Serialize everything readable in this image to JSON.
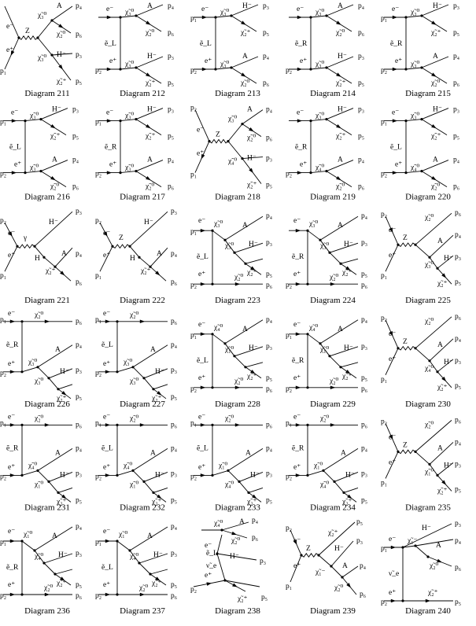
{
  "diagrams": [
    {
      "caption": "Diagram 211",
      "type": "sz",
      "l": {
        "a": "e⁻",
        "b": "e⁺",
        "pa": "",
        "pb": "p₁",
        "boson": "Z",
        "u1": "χ̃₃⁰",
        "d1": "χ̃₃⁰",
        "uo1": "A",
        "uo2": "χ̃₂⁰",
        "uo1p": "p₄",
        "uo2p": "p₆",
        "do1": "H⁻",
        "do2": "χ̃₂⁺",
        "do1p": "p₃",
        "do2p": "p₅"
      }
    },
    {
      "caption": "Diagram 212",
      "type": "t2",
      "l": {
        "pa": "",
        "pb": "p₂",
        "ea": "e⁻",
        "eb": "e⁺",
        "prop": "ẽ_L",
        "u1": "χ̃₃⁰",
        "d1": "χ̃₃⁰",
        "uo1": "A",
        "uo2": "χ̃₂⁰",
        "uo1p": "p₄",
        "uo2p": "p₆",
        "do1": "H⁻",
        "do2": "χ̃₂⁺",
        "do1p": "p₃",
        "do2p": "p₅"
      }
    },
    {
      "caption": "Diagram 213",
      "type": "t2",
      "l": {
        "pa": "p₁",
        "pb": "p₂",
        "ea": "e⁻",
        "eb": "e⁺",
        "prop": "ẽ_L",
        "u1": "χ̃₃⁰",
        "d1": "χ̃₃⁰",
        "uo1": "H⁻",
        "uo2": "χ̃₂⁺",
        "uo1p": "p₃",
        "uo2p": "p₅",
        "do1": "A",
        "do2": "χ̃₂⁰",
        "do1p": "p₄",
        "do2p": "p₆"
      }
    },
    {
      "caption": "Diagram 214",
      "type": "t2",
      "l": {
        "pa": "",
        "pb": "p₂",
        "ea": "e⁻",
        "eb": "e⁺",
        "prop": "ẽ_R",
        "u1": "χ̃₃⁰",
        "d1": "χ̃₃⁰",
        "uo1": "A",
        "uo2": "χ̃₂⁰",
        "uo1p": "p₄",
        "uo2p": "p₆",
        "do1": "H⁻",
        "do2": "χ̃₂⁺",
        "do1p": "p₃",
        "do2p": "p₅"
      }
    },
    {
      "caption": "Diagram 215",
      "type": "t2",
      "l": {
        "pa": "p₁",
        "pb": "p₂",
        "ea": "e⁻",
        "eb": "e⁺",
        "prop": "ẽ_R",
        "u1": "χ̃₃⁰",
        "d1": "χ̃₃⁰",
        "uo1": "H⁻",
        "uo2": "χ̃₂⁺",
        "uo1p": "p₃",
        "uo2p": "p₅",
        "do1": "A",
        "do2": "χ̃₂⁰",
        "do1p": "p₄",
        "do2p": "p₆"
      }
    },
    {
      "caption": "Diagram 216",
      "type": "t2",
      "l": {
        "pa": "p₁",
        "pb": "p₂",
        "ea": "e⁻",
        "eb": "e⁺",
        "prop": "ẽ_L",
        "u1": "χ̃₃⁰",
        "d1": "χ̃₃⁰",
        "uo1": "H⁻",
        "uo2": "χ̃₂⁺",
        "uo1p": "p₃",
        "uo2p": "p₅",
        "do1": "A",
        "do2": "χ̃₂⁰",
        "do1p": "p₄",
        "do2p": "p₆"
      }
    },
    {
      "caption": "Diagram 217",
      "type": "t2",
      "l": {
        "pa": "p₁",
        "pb": "p₂",
        "ea": "e⁻",
        "eb": "e⁺",
        "prop": "ẽ_R",
        "u1": "χ̃₃⁰",
        "d1": "χ̃₃⁰",
        "uo1": "H⁻",
        "uo2": "χ̃₂⁺",
        "uo1p": "p₃",
        "uo2p": "p₅",
        "do1": "A",
        "do2": "χ̃₂⁰",
        "do1p": "p₄",
        "do2p": "p₆"
      }
    },
    {
      "caption": "Diagram 218",
      "type": "sz",
      "l": {
        "a": "e⁻",
        "b": "e⁺",
        "pa": "p₂",
        "pb": "p₁",
        "boson": "Z",
        "u1": "χ̃₃⁰",
        "d1": "χ̃₄⁰",
        "uo1": "A",
        "uo2": "χ̃₂⁰",
        "uo1p": "p₄",
        "uo2p": "p₆",
        "do1": "H⁻",
        "do2": "χ̃₂⁺",
        "do1p": "p₃",
        "do2p": "p₅"
      }
    },
    {
      "caption": "Diagram 219",
      "type": "t2",
      "l": {
        "pa": "",
        "pb": "p₂",
        "ea": "e⁻",
        "eb": "e⁺",
        "prop": "ẽ_R",
        "u1": "χ̃₃⁰",
        "d1": "χ̃₄⁰",
        "uo1": "H⁻",
        "uo2": "χ̃₂⁺",
        "uo1p": "p₃",
        "uo2p": "p₅",
        "do1": "A",
        "do2": "χ̃₂⁰",
        "do1p": "p₄",
        "do2p": "p₆"
      }
    },
    {
      "caption": "Diagram 220",
      "type": "t2",
      "l": {
        "pa": "p₁",
        "pb": "p₂",
        "ea": "e⁻",
        "eb": "e⁺",
        "prop": "ẽ_L",
        "u1": "χ̃₃⁰",
        "d1": "χ̃₄⁰",
        "uo1": "H⁻",
        "uo2": "χ̃₂⁺",
        "uo1p": "p₃",
        "uo2p": "p₅",
        "do1": "A",
        "do2": "χ̃₂⁰",
        "do1p": "p₄",
        "do2p": "p₆"
      }
    },
    {
      "caption": "Diagram 221",
      "type": "sh",
      "l": {
        "a": "e⁻",
        "b": "e⁺",
        "pa": "p₂",
        "pb": "p₁",
        "boson": "γ",
        "top": "H⁻",
        "topp": "p₃",
        "h": "H",
        "c1": "χ̃₂⁺",
        "o1": "A",
        "o1p": "p₄",
        "o2": "",
        "o2p": "p₆"
      }
    },
    {
      "caption": "Diagram 222",
      "type": "sh",
      "l": {
        "a": "e⁻",
        "b": "e⁺",
        "pa": "p₂",
        "pb": "p₁",
        "boson": "Z",
        "top": "H⁻",
        "topp": "p₃",
        "h": "H",
        "c1": "χ̃₂⁺",
        "o1": "A",
        "o1p": "p₄",
        "o2": "",
        "o2p": "p₆"
      }
    },
    {
      "caption": "Diagram 223",
      "type": "tc",
      "l": {
        "pa": "p₁",
        "pb": "p₂",
        "ea": "e⁻",
        "eb": "e⁺",
        "prop": "ẽ_L",
        "c1": "χ̃₃⁰",
        "c2": "χ̃₃⁰",
        "o1": "A",
        "o1p": "p₄",
        "o2": "H⁻",
        "o2p": "p₃",
        "o3": "χ̃₂⁺",
        "o3p": "p₅",
        "bot": "χ̃₂⁰",
        "botp": "p₆"
      }
    },
    {
      "caption": "Diagram 224",
      "type": "tc",
      "l": {
        "pa": "",
        "pb": "p₂",
        "ea": "e⁻",
        "eb": "e⁺",
        "prop": "ẽ_R",
        "c1": "χ̃₃⁰",
        "c2": "χ̃₃⁰",
        "o1": "A",
        "o1p": "p₄",
        "o2": "H⁻",
        "o2p": "p₃",
        "o3": "χ̃₂⁺",
        "o3p": "p₅",
        "bot": "χ̃₂⁰",
        "botp": "p₆"
      }
    },
    {
      "caption": "Diagram 225",
      "type": "sc",
      "l": {
        "a": "e⁻",
        "b": "e⁺",
        "pa": "p₂",
        "pb": "p₁",
        "boson": "Z",
        "top": "χ̃₂⁰",
        "topp": "p₆",
        "c1": "χ̃₃⁰",
        "o1": "A",
        "o1p": "p₄",
        "o2": "H⁻",
        "o2p": "p₃",
        "o3": "χ̃₂⁺",
        "o3p": "p₅"
      }
    },
    {
      "caption": "Diagram 226",
      "type": "tb",
      "l": {
        "pa": "p₁",
        "pb": "p₂",
        "ea": "e⁻",
        "eb": "e⁺",
        "prop": "ẽ_R",
        "top": "χ̃₂⁰",
        "topp": "p₆",
        "c1": "χ̃₃⁰",
        "c2": "χ̃₃⁰",
        "o1": "A",
        "o1p": "p₄",
        "o2": "H⁻",
        "o2p": "p₃",
        "o3": "χ̃₂⁺",
        "o3p": "p₅"
      }
    },
    {
      "caption": "Diagram 227",
      "type": "tb",
      "l": {
        "pa": "p₁",
        "pb": "p₂",
        "ea": "e⁻",
        "eb": "e⁺",
        "prop": "ẽ_L",
        "top": "χ̃₂⁰",
        "topp": "p₆",
        "c1": "χ̃₃⁰",
        "c2": "χ̃₃⁰",
        "o1": "A",
        "o1p": "p₄",
        "o2": "H⁻",
        "o2p": "p₃",
        "o3": "χ̃₂⁺",
        "o3p": "p₅"
      }
    },
    {
      "caption": "Diagram 228",
      "type": "tc",
      "l": {
        "pa": "p₁",
        "pb": "p₂",
        "ea": "e⁻",
        "eb": "e⁺",
        "prop": "ẽ_L",
        "c1": "χ̃₄⁰",
        "c2": "χ̃₁⁰",
        "o1": "A",
        "o1p": "p₄",
        "o2": "H⁻",
        "o2p": "p₃",
        "o3": "χ̃₂⁺",
        "o3p": "p₅",
        "bot": "χ̃₂⁰",
        "botp": "p₆"
      }
    },
    {
      "caption": "Diagram 229",
      "type": "tc",
      "l": {
        "pa": "p₁",
        "pb": "p₂",
        "ea": "e⁻",
        "eb": "e⁺",
        "prop": "ẽ_R",
        "c1": "χ̃₄⁰",
        "c2": "χ̃₁⁰",
        "o1": "A",
        "o1p": "p₄",
        "o2": "H⁻",
        "o2p": "p₃",
        "o3": "χ̃₂⁺",
        "o3p": "p₅",
        "bot": "χ̃₂⁰",
        "botp": "p₆"
      }
    },
    {
      "caption": "Diagram 230",
      "type": "sc",
      "l": {
        "a": "e⁻",
        "b": "e⁺",
        "pa": "p₂",
        "pb": "p₁",
        "boson": "Z",
        "top": "χ̃₂⁰",
        "topp": "p₆",
        "c1": "χ̃₄⁰",
        "o1": "A",
        "o1p": "p₄",
        "o2": "H⁻",
        "o2p": "p₃",
        "o3": "χ̃₂⁺",
        "o3p": "p₅"
      }
    },
    {
      "caption": "Diagram 231",
      "type": "tb",
      "l": {
        "pa": "p₁",
        "pb": "p₂",
        "ea": "e⁻",
        "eb": "e⁺",
        "prop": "ẽ_R",
        "top": "χ̃₂⁰",
        "topp": "p₆",
        "c1": "χ̃₄⁰",
        "c2": "χ̃₁⁰",
        "o1": "A",
        "o1p": "p₄",
        "o2": "H⁻",
        "o2p": "p₃",
        "o3": "χ̃₂⁺",
        "o3p": "p₅"
      }
    },
    {
      "caption": "Diagram 232",
      "type": "tb",
      "l": {
        "pa": "p₁",
        "pb": "p₂",
        "ea": "e⁻",
        "eb": "e⁺",
        "prop": "ẽ_L",
        "top": "χ̃₂⁰",
        "topp": "p₆",
        "c1": "χ̃₄⁰",
        "c2": "χ̃₁⁰",
        "o1": "A",
        "o1p": "p₄",
        "o2": "H⁻",
        "o2p": "p₃",
        "o3": "χ̃₂⁺",
        "o3p": "p₅"
      }
    },
    {
      "caption": "Diagram 233",
      "type": "tb",
      "l": {
        "pa": "p₁",
        "pb": "p₂",
        "ea": "e⁻",
        "eb": "e⁺",
        "prop": "ẽ_L",
        "top": "χ̃₂⁰",
        "topp": "p₆",
        "c1": "χ̃₁⁰",
        "c2": "χ̃₄⁰",
        "o1": "A",
        "o1p": "p₄",
        "o2": "H⁻",
        "o2p": "p₃",
        "o3": "χ̃₂⁺",
        "o3p": "p₅"
      }
    },
    {
      "caption": "Diagram 234",
      "type": "tb",
      "l": {
        "pa": "p₁",
        "pb": "p₂",
        "ea": "e⁻",
        "eb": "e⁺",
        "prop": "ẽ_R",
        "top": "χ̃₂⁰",
        "topp": "p₆",
        "c1": "χ̃₁⁰",
        "c2": "χ̃₄⁰",
        "o1": "A",
        "o1p": "p₄",
        "o2": "H⁻",
        "o2p": "p₃",
        "o3": "χ̃₂⁺",
        "o3p": "p₅"
      }
    },
    {
      "caption": "Diagram 235",
      "type": "sc",
      "l": {
        "a": "e⁻",
        "b": "e⁺",
        "pa": "p₂",
        "pb": "p₁",
        "boson": "Z",
        "top": "χ̃₂⁰",
        "topp": "p₆",
        "c1": "χ̃₁⁰",
        "o1": "A",
        "o1p": "p₄",
        "o2": "H⁻",
        "o2p": "p₃",
        "o3": "χ̃₂⁺",
        "o3p": "p₅"
      }
    },
    {
      "caption": "Diagram 236",
      "type": "tc",
      "l": {
        "pa": "p₁",
        "pb": "p₂",
        "ea": "e⁻",
        "eb": "e⁺",
        "prop": "ẽ_R",
        "c1": "χ̃₁⁰",
        "c2": "χ̃₄⁰",
        "o1": "A",
        "o1p": "p₄",
        "o2": "H⁻",
        "o2p": "p₃",
        "o3": "χ̃₂⁺",
        "o3p": "p₅",
        "bot": "χ̃₂⁰",
        "botp": "p₆"
      }
    },
    {
      "caption": "Diagram 237",
      "type": "tc",
      "l": {
        "pa": "p₁",
        "pb": "p₂",
        "ea": "e⁻",
        "eb": "e⁺",
        "prop": "ẽ_L",
        "c1": "χ̃₁⁰",
        "c2": "χ̃₄⁰",
        "o1": "A",
        "o1p": "p₄",
        "o2": "H⁻",
        "o2p": "p₃",
        "o3": "χ̃₂⁺",
        "o3p": "p₅",
        "bot": "χ̃₂⁰",
        "botp": "p₆"
      }
    },
    {
      "caption": "Diagram 238",
      "type": "nu",
      "l": {
        "pb": "p₂",
        "ea": "e⁻",
        "eb": "e⁺",
        "c1": "χ̃₄⁰",
        "o1": "A",
        "o1p": "p₄",
        "o2": "χ̃₂⁰",
        "o2p": "p₆",
        "sl": "ẽ_L",
        "snu": "ν̃_e",
        "hm": "H⁻",
        "hmp": "p₃",
        "o3": "χ̃₂⁺",
        "o3p": "p₅"
      }
    },
    {
      "caption": "Diagram 239",
      "type": "sx",
      "l": {
        "a": "e⁻",
        "b": "e⁺",
        "pa": "p₂",
        "pb": "p₁",
        "boson": "Z",
        "top": "χ̃₂⁺",
        "topp": "p₅",
        "h": "H⁻",
        "hp": "p₃",
        "c1": "χ̃₁⁻",
        "o1": "A",
        "o1p": "p₄",
        "o2": "χ̃₂⁰",
        "o2p": "p₆"
      }
    },
    {
      "caption": "Diagram 240",
      "type": "tv",
      "l": {
        "pa": "p₁",
        "pb": "p₂",
        "ea": "e⁻",
        "eb": "e⁺",
        "prop": "ν̃_e",
        "top": "H⁻",
        "topp": "p₃",
        "c1": "χ̃₁⁻",
        "o1": "A",
        "o1p": "p₄",
        "o2": "χ̃₂⁰",
        "o2p": "p₆",
        "bot": "χ̃₂⁺",
        "botp": "p₅"
      }
    }
  ]
}
